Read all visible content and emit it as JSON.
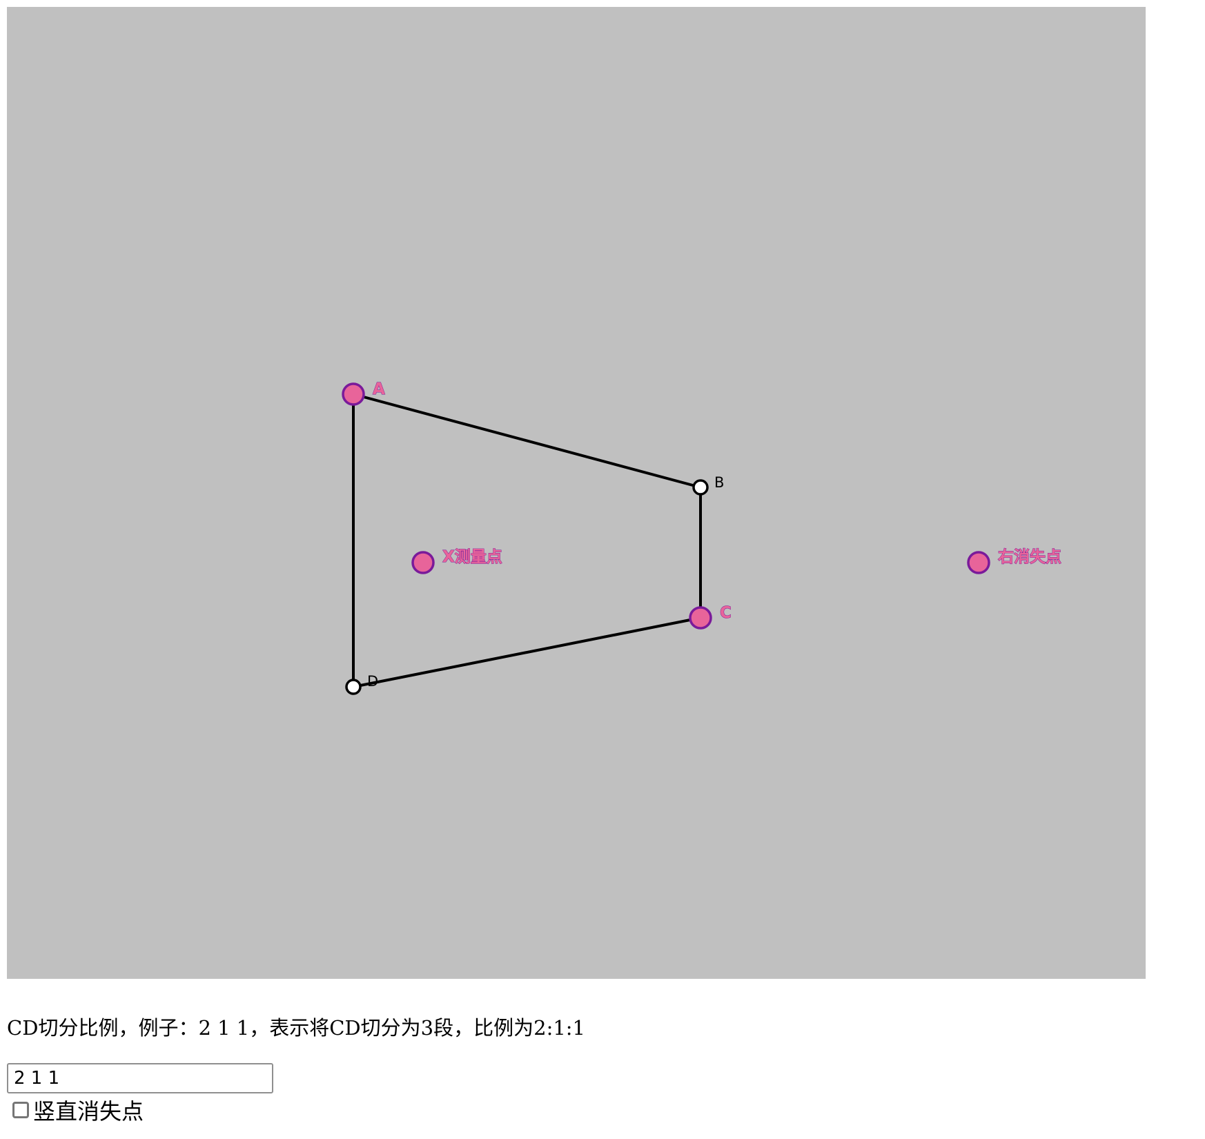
{
  "canvas": {
    "background": "#c0c0c0",
    "point_fill": "#e8649a",
    "point_stroke": "#7a1a9a",
    "points": {
      "A": {
        "label": "A",
        "kind": "free"
      },
      "B": {
        "label": "B",
        "kind": "dependent"
      },
      "C": {
        "label": "C",
        "kind": "free"
      },
      "D": {
        "label": "D",
        "kind": "dependent"
      },
      "X": {
        "label": "X测量点",
        "kind": "free"
      },
      "R": {
        "label": "右消失点",
        "kind": "free"
      }
    },
    "segments": [
      [
        "A",
        "B"
      ],
      [
        "B",
        "C"
      ],
      [
        "C",
        "D"
      ],
      [
        "D",
        "A"
      ]
    ]
  },
  "controls": {
    "instruction": "CD切分比例，例子：2 1 1，表示将CD切分为3段，比例为2:1:1",
    "ratio_value": "2 1 1",
    "vertical_vp_label": "竖直消失点",
    "vertical_vp_checked": false
  }
}
